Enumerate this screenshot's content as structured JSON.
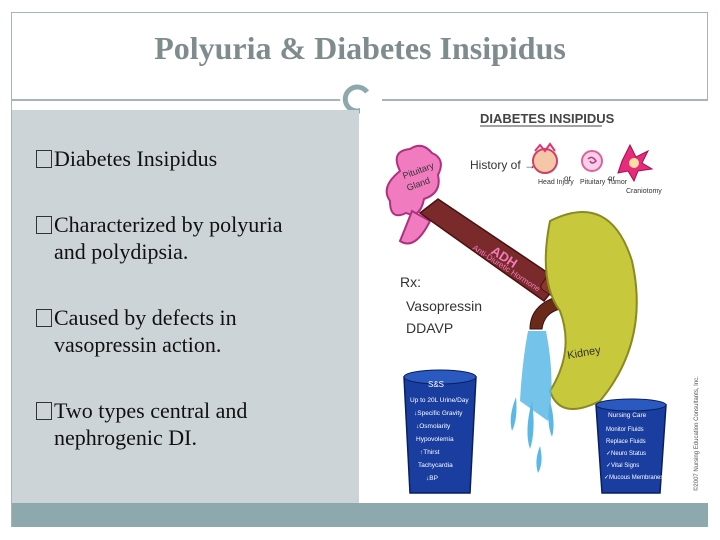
{
  "slide": {
    "title": "Polyuria & Diabetes Insipidus",
    "bullets": [
      {
        "line1": "Diabetes Insipidus",
        "line2": ""
      },
      {
        "line1": "Characterized by polyuria",
        "line2": "and polydipsia."
      },
      {
        "line1": "Caused by defects in",
        "line2": "vasopressin action."
      },
      {
        "line1": "Two types central and",
        "line2": "nephrogenic DI."
      }
    ]
  },
  "illustration": {
    "heading": "DIABETES INSIPIDUS",
    "history_label": "History of →",
    "causes": [
      "Head Injury",
      "Pituitary Tumor",
      "Craniotomy"
    ],
    "or_label": "or",
    "gland_label_1": "Pituitary",
    "gland_label_2": "Gland",
    "adh_label": "ADH",
    "adh_sub": "Anti-Diuretic Hormone",
    "rx_label": "Rx:",
    "rx_items": [
      "Vasopressin",
      "DDAVP"
    ],
    "kidney_label": "Kidney",
    "ss_title": "S&S",
    "ss_items": [
      "Up to 20L Urine/Day",
      "↓Specific Gravity",
      "↓Osmolarity",
      "Hypovolemia",
      "↑Thirst",
      "Tachycardia",
      "↓BP"
    ],
    "care_title": "Nursing Care",
    "care_items": [
      "Monitor Fluids",
      "Replace Fluids",
      "✓Neuro Status",
      "✓Vital Signs",
      "✓Mucous Membranes"
    ],
    "copyright": "©2007 Nursing Education Consultants, Inc."
  },
  "colors": {
    "title": "#7f8c8d",
    "panel": "#cdd4d7",
    "bar": "#8ea9ae",
    "pink": "#f07bbf",
    "tube": "#7a2a2a",
    "kidney": "#c8c83c",
    "water": "#5bb8e6",
    "blue_cup": "#1a3ea0"
  }
}
